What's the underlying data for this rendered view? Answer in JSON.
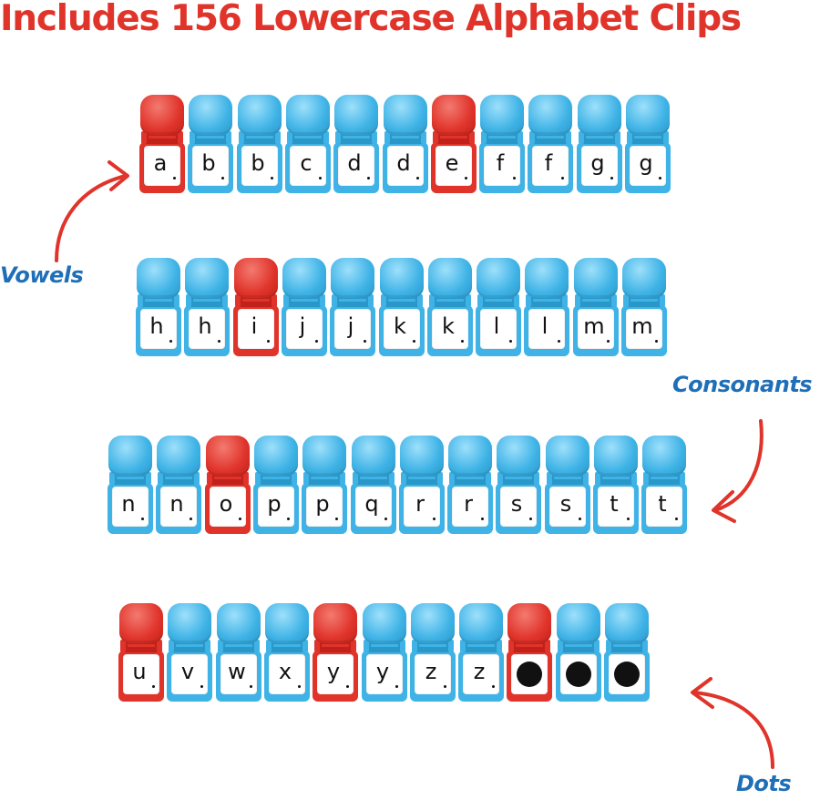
{
  "title": "Includes 156 Lowercase Alphabet Clips",
  "labels": {
    "vowels": "Vowels",
    "consonants": "Consonants",
    "dots": "Dots"
  },
  "colors": {
    "title_red": "#e0342b",
    "label_blue": "#1f6fb8",
    "clip_blue": "#3fb3e6",
    "clip_red": "#e0342b"
  },
  "rows": [
    {
      "clips": [
        {
          "letter": "a",
          "color": "red"
        },
        {
          "letter": "b",
          "color": "blue"
        },
        {
          "letter": "b",
          "color": "blue"
        },
        {
          "letter": "c",
          "color": "blue"
        },
        {
          "letter": "d",
          "color": "blue"
        },
        {
          "letter": "d",
          "color": "blue"
        },
        {
          "letter": "e",
          "color": "red"
        },
        {
          "letter": "f",
          "color": "blue"
        },
        {
          "letter": "f",
          "color": "blue"
        },
        {
          "letter": "g",
          "color": "blue"
        },
        {
          "letter": "g",
          "color": "blue"
        }
      ]
    },
    {
      "clips": [
        {
          "letter": "h",
          "color": "blue"
        },
        {
          "letter": "h",
          "color": "blue"
        },
        {
          "letter": "i",
          "color": "red"
        },
        {
          "letter": "j",
          "color": "blue"
        },
        {
          "letter": "j",
          "color": "blue"
        },
        {
          "letter": "k",
          "color": "blue"
        },
        {
          "letter": "k",
          "color": "blue"
        },
        {
          "letter": "l",
          "color": "blue"
        },
        {
          "letter": "l",
          "color": "blue"
        },
        {
          "letter": "m",
          "color": "blue"
        },
        {
          "letter": "m",
          "color": "blue"
        }
      ]
    },
    {
      "clips": [
        {
          "letter": "n",
          "color": "blue"
        },
        {
          "letter": "n",
          "color": "blue"
        },
        {
          "letter": "o",
          "color": "red"
        },
        {
          "letter": "p",
          "color": "blue"
        },
        {
          "letter": "p",
          "color": "blue"
        },
        {
          "letter": "q",
          "color": "blue"
        },
        {
          "letter": "r",
          "color": "blue"
        },
        {
          "letter": "r",
          "color": "blue"
        },
        {
          "letter": "s",
          "color": "blue"
        },
        {
          "letter": "s",
          "color": "blue"
        },
        {
          "letter": "t",
          "color": "blue"
        },
        {
          "letter": "t",
          "color": "blue"
        }
      ]
    },
    {
      "clips": [
        {
          "letter": "u",
          "color": "red"
        },
        {
          "letter": "v",
          "color": "blue"
        },
        {
          "letter": "w",
          "color": "blue"
        },
        {
          "letter": "x",
          "color": "blue"
        },
        {
          "letter": "y",
          "color": "red"
        },
        {
          "letter": "y",
          "color": "blue"
        },
        {
          "letter": "z",
          "color": "blue"
        },
        {
          "letter": "z",
          "color": "blue"
        },
        {
          "letter": "",
          "dot": true,
          "color": "red"
        },
        {
          "letter": "",
          "dot": true,
          "color": "blue"
        },
        {
          "letter": "",
          "dot": true,
          "color": "blue"
        }
      ]
    }
  ]
}
